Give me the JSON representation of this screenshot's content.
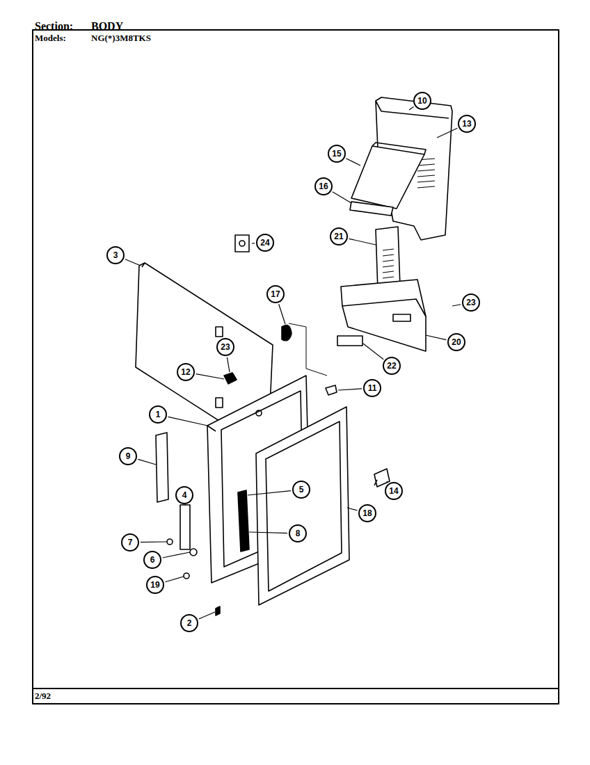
{
  "diagram": {
    "labels": [
      "Section:",
      "BODY",
      "Models:",
      "NG(*)3M8TKS",
      "2/92",
      "10",
      "13",
      "15",
      "16",
      "21",
      "24",
      "3",
      "17",
      "23",
      "20",
      "23",
      "22",
      "12",
      "11",
      "1",
      "9",
      "5",
      "14",
      "4",
      "18",
      "8",
      "7",
      "6",
      "19",
      "2"
    ]
  }
}
